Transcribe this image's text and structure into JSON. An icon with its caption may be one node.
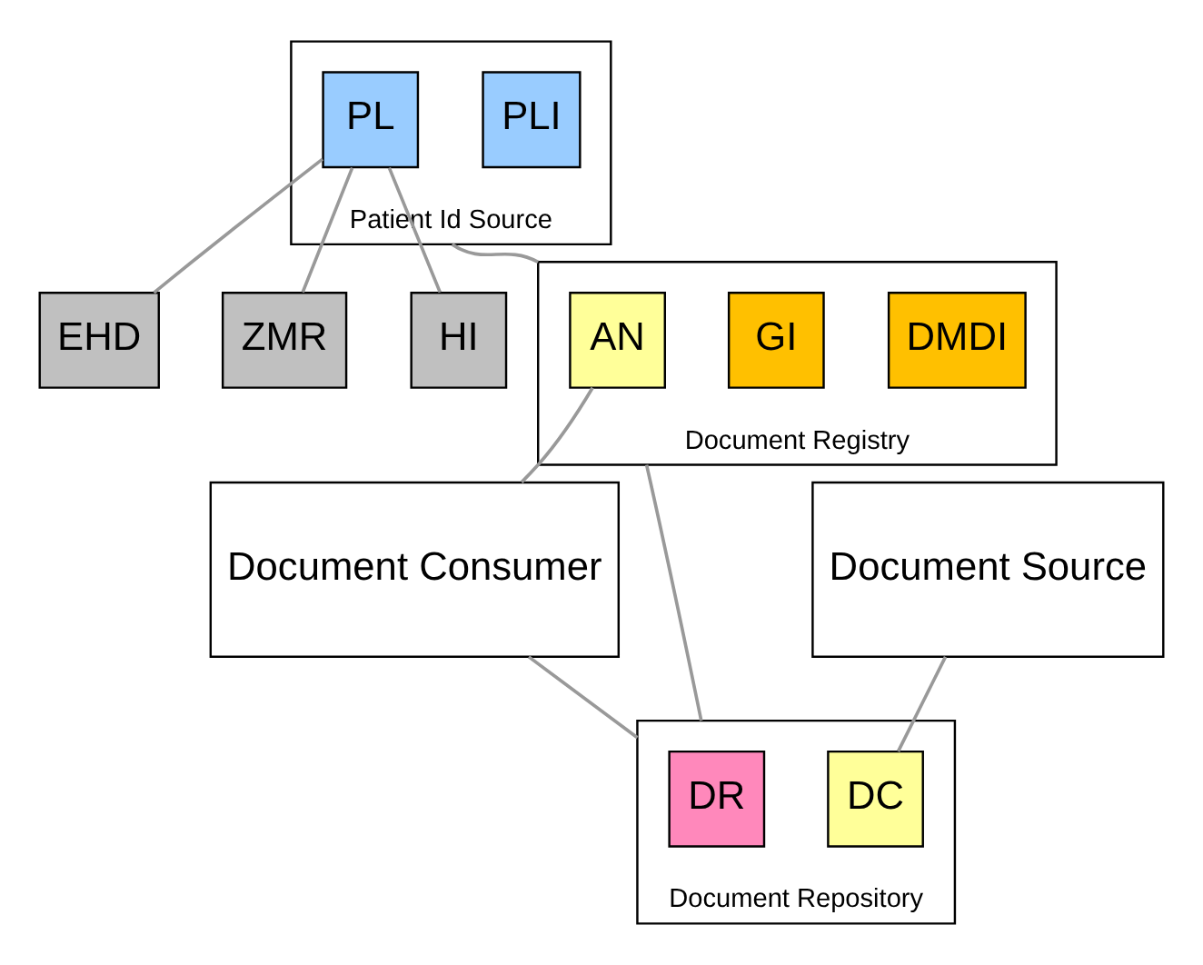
{
  "diagram": {
    "nodes": [
      {
        "text": [
          "Patient Id Source"
        ]
      },
      {
        "text": [
          "PLI"
        ],
        "in": 0
      },
      {
        "text": [
          "PL"
        ],
        "in": 0
      },
      {
        "text": [
          "EHD"
        ]
      },
      {
        "text": [
          "ZMR"
        ]
      },
      {
        "text": [
          "HI"
        ]
      },
      {
        "text": [
          "Document Registry"
        ]
      },
      {
        "text": [
          "DMDI"
        ],
        "in": 6
      },
      {
        "text": [
          "GI"
        ],
        "in": 6
      },
      {
        "text": [
          "AN"
        ],
        "in": 6
      },
      {
        "text": [
          "Document Consumer"
        ]
      },
      {
        "text": [
          "Document Source"
        ]
      },
      {
        "text": [
          "Document Repository"
        ]
      },
      {
        "text": [
          "DC"
        ],
        "in": 12
      },
      {
        "text": [
          "DR"
        ],
        "in": 12
      }
    ],
    "edges": [
      {
        "from": 2,
        "to": 3,
        "arrow": "none"
      },
      {
        "from": 2,
        "to": 4,
        "arrow": "none"
      },
      {
        "from": 2,
        "to": 5,
        "arrow": "none"
      },
      {
        "from": 0,
        "to": 6,
        "arrow": "none"
      },
      {
        "from": 9,
        "to": 10,
        "arrow": "none"
      },
      {
        "from": 6,
        "to": 12,
        "arrow": "none"
      },
      {
        "from": 10,
        "to": 12,
        "arrow": "none"
      },
      {
        "from": 11,
        "to": 13,
        "arrow": "none"
      }
    ]
  }
}
